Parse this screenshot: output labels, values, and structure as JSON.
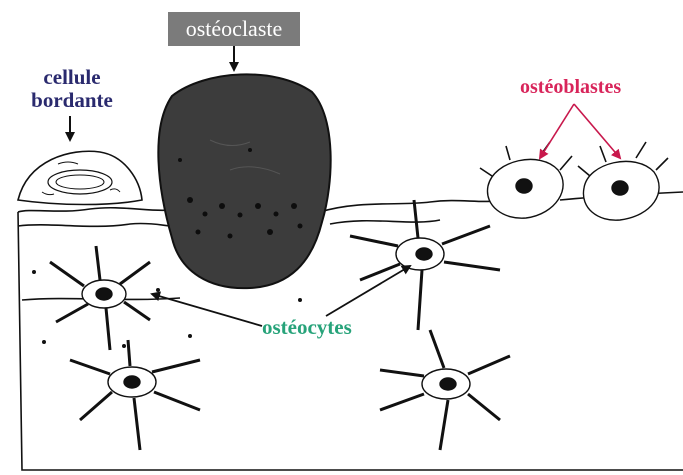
{
  "labels": {
    "osteoclaste": "ostéoclaste",
    "cellule_bordante_line1": "cellule",
    "cellule_bordante_line2": "bordante",
    "osteoblastes": "ostéoblastes",
    "osteocytes": "ostéocytes"
  },
  "colors": {
    "osteoclaste_box": "#7b7b7b",
    "osteoclaste_cell": "#3c3c3c",
    "cellule_bordante_text": "#2a2a6e",
    "osteoblastes_text": "#d8245a",
    "osteoblastes_arrows": "#c8184c",
    "osteocytes_text": "#27a37a",
    "line": "#111111"
  }
}
